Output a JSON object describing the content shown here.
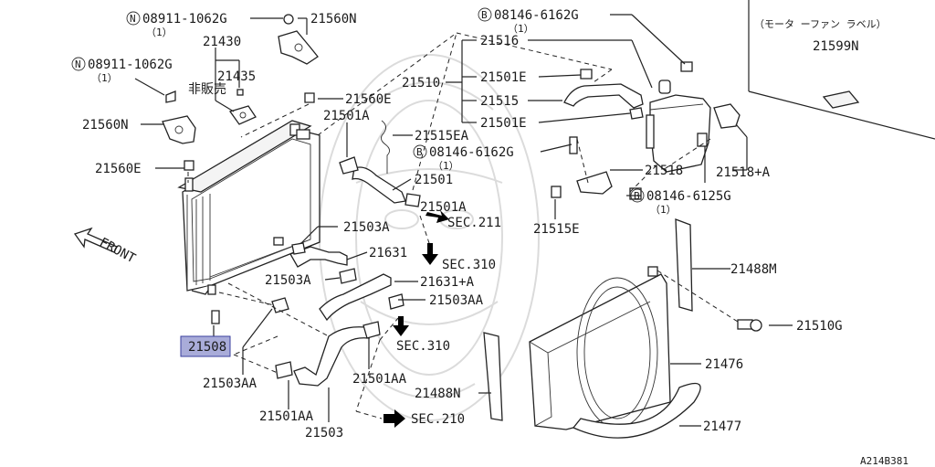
{
  "labels": {
    "n_bolt_top": "08911-1062G",
    "n_bolt_top_qty": "（1）",
    "mount_upper": "21560N",
    "bracket": "21430",
    "not_sold_jp": "非販売",
    "bracket_part": "21435",
    "n_bolt_left": "08911-1062G",
    "n_bolt_left_qty": "（1）",
    "mount_left": "21560N",
    "grommet_left": "21560E",
    "grommet_upper": "21560E",
    "clamp_upper": "21501A",
    "res_tank_set": "21510",
    "res_tank": "21516",
    "clamp_res_top": "21501E",
    "res_hose": "21515",
    "clamp_res_bottom": "21501E",
    "hose_clip": "21515EA",
    "b_bolt_mid": "08146-6162G",
    "b_bolt_mid_qty": "（1）",
    "upper_hose": "21501",
    "clamp_upper_2": "21501A",
    "sec_211": "SEC.211",
    "b_bolt_top": "08146-6162G",
    "b_bolt_top_qty": "（1）",
    "motor_fan_label_note": "（モータ ーファン ラベル）",
    "label_part": "21599N",
    "res_bracket": "21518",
    "res_bracket_a": "21518+A",
    "b_bolt_right": "08146-6125G",
    "b_bolt_right_qty": "（1）",
    "res_cap": "21515E",
    "clamp_oil": "21503A",
    "oil_hose": "21631",
    "sec_310_a": "SEC.310",
    "clamp_oil_2": "21503A",
    "oil_hose_a": "21631+A",
    "clamp_aa": "21503AA",
    "drain_cock": "21508",
    "sec_310_b": "SEC.310",
    "clamp_aa_lower": "21503AA",
    "clamp_lower_aa": "21501AA",
    "clamp_lower_aa_2": "21501AA",
    "lower_hose": "21503",
    "sec_210": "SEC.210",
    "seal_mid": "21488N",
    "seal_right": "21488M",
    "shroud_bolt": "21510G",
    "shroud": "21476",
    "shroud_lower": "21477",
    "front": "FRONT",
    "diagram_code": "A214B381"
  },
  "circled_letters": {
    "n": "N",
    "b": "B"
  },
  "colors": {
    "line": "#222222",
    "highlight_fill": "#a9acd9",
    "highlight_stroke": "#3a3f9e",
    "watermark": "#d8d8d8"
  }
}
